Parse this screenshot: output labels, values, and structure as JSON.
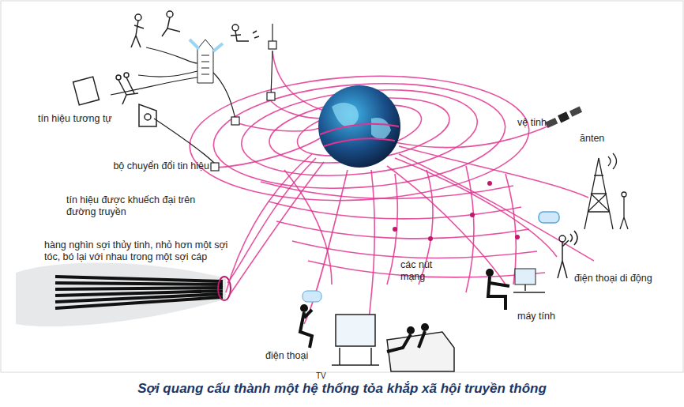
{
  "diagram": {
    "caption": "Sợi quang cấu thành một hệ thống tỏa khắp xã hội truyền thông",
    "labels": [
      "tín hiệu tương tự",
      "bộ chuyển đổi tin hiệu",
      "tín hiệu được khuếch đại trên đường truyền",
      "hàng nghìn sợi thủy tinh, nhỏ hơn một sợi tóc, bó lại với nhau trong một sợi cáp",
      "các nút mạng",
      "vệ tinh",
      "ănten",
      "điện thoại di động",
      "máy tính",
      "điện thoại",
      "TV"
    ]
  }
}
